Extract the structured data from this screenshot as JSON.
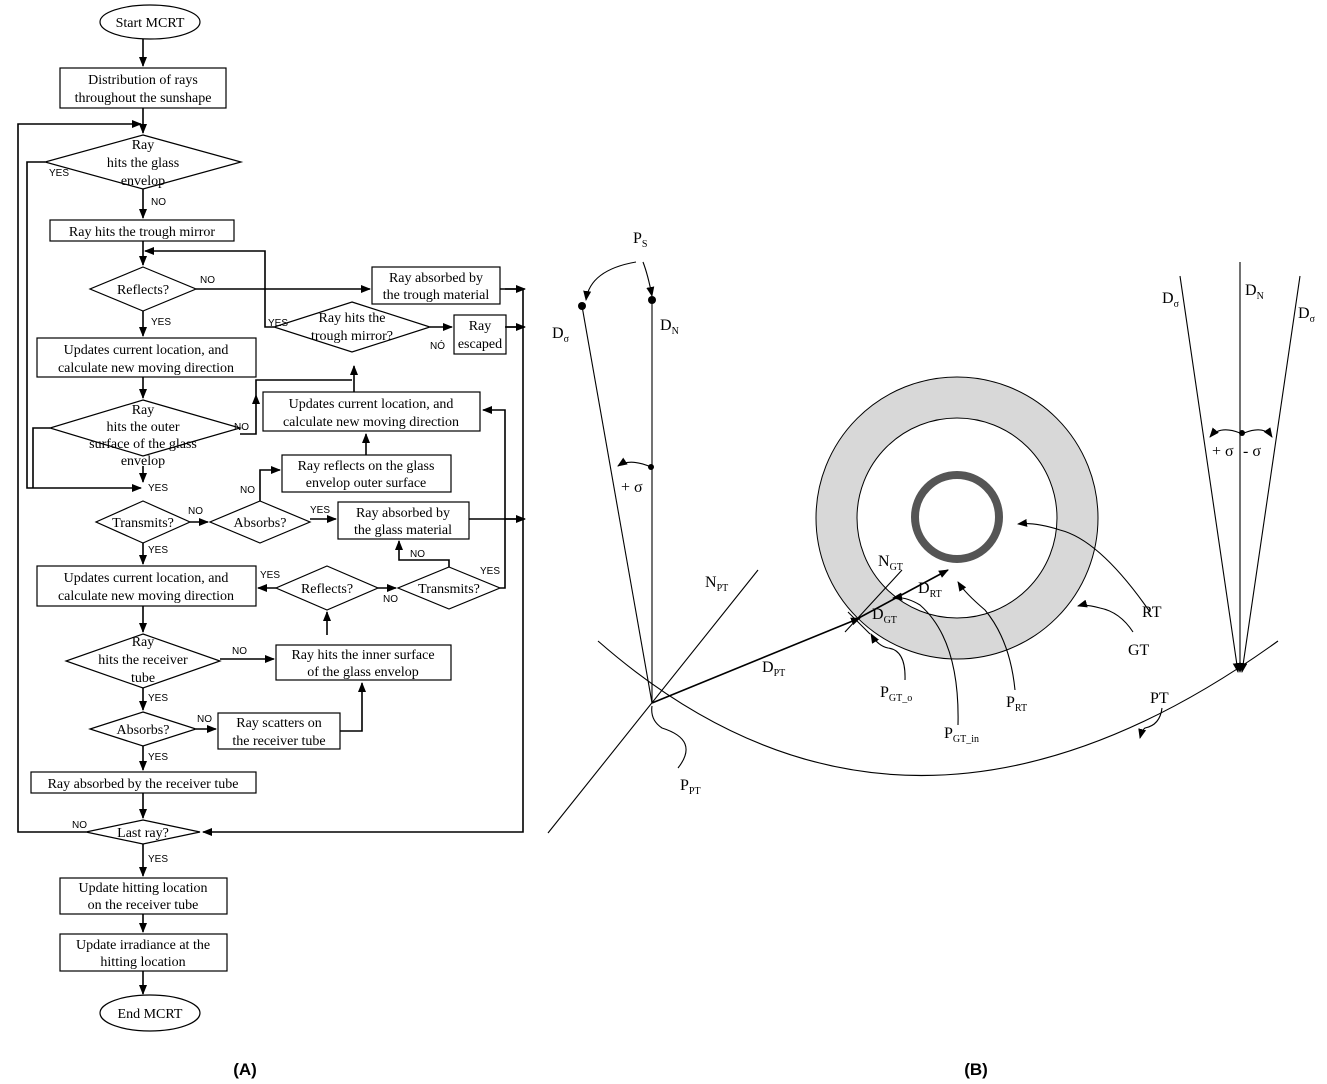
{
  "panel_a": {
    "caption": "(A)",
    "start": "Start MCRT",
    "end": "End MCRT",
    "distribution": [
      "Distribution of rays",
      "throughout the sunshape"
    ],
    "hits_glass": [
      "Ray",
      "hits the glass",
      "envelop"
    ],
    "hits_trough": "Ray hits the trough mirror",
    "reflects": "Reflects?",
    "absorbed_trough": [
      "Ray absorbed by",
      "the trough material"
    ],
    "hits_trough_q": [
      "Ray hits the",
      "trough mirror?"
    ],
    "escaped": [
      "Ray",
      "escaped"
    ],
    "updates": [
      "Updates current location, and",
      "calculate new moving direction"
    ],
    "hits_outer": [
      "Ray",
      "hits the outer",
      "surface of the glass",
      "envelop"
    ],
    "reflects_outer": [
      "Ray reflects on the glass",
      "envelop outer surface"
    ],
    "transmits": "Transmits?",
    "absorbs": "Absorbs?",
    "absorbed_glass": [
      "Ray absorbed by",
      "the glass material"
    ],
    "hits_receiver": [
      "Ray",
      "hits the receiver",
      "tube"
    ],
    "hits_inner": [
      "Ray hits the inner surface",
      "of the glass envelop"
    ],
    "scatters": [
      "Ray scatters on",
      "the receiver tube"
    ],
    "absorbed_receiver": "Ray absorbed by the receiver tube",
    "last_ray": "Last ray?",
    "update_hitting": [
      "Update hitting location",
      "on the receiver tube"
    ],
    "update_irradiance": [
      "Update irradiance at the",
      "hitting location"
    ],
    "yes": "YES",
    "no": "NO",
    "no_alt": "NÓ"
  },
  "panel_b": {
    "caption": "(B)",
    "labels": {
      "P": "P",
      "D": "D",
      "N": "N",
      "sigma": "σ",
      "S": "S",
      "PT": "PT",
      "GT": "GT",
      "RT": "RT",
      "GT_o": "GT_o",
      "GT_in": "GT_in",
      "plus_sigma": "+ σ",
      "minus_sigma": "- σ"
    }
  }
}
